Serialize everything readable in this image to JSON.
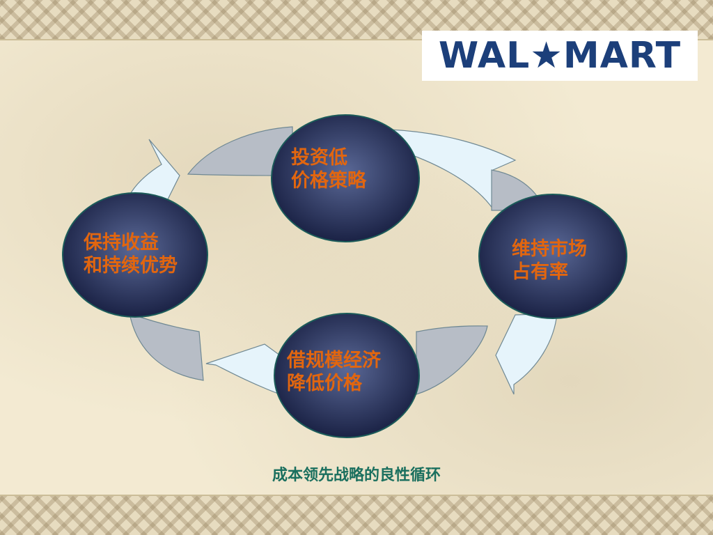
{
  "logo": {
    "text": "WAL★MART",
    "color": "#1c3f7a"
  },
  "nodes": [
    {
      "id": "top",
      "label": "投资低\n价格策略"
    },
    {
      "id": "right",
      "label": "维持市场\n占有率"
    },
    {
      "id": "bottom",
      "label": "借规模经济\n降低价格"
    },
    {
      "id": "left",
      "label": "保持收益\n和持续优势"
    }
  ],
  "caption": "成本领先战略的良性循环",
  "colors": {
    "node_fill_center": "#5a6896",
    "node_fill_edge": "#151c3e",
    "label_color": "#e2660f",
    "arrow_light": "#e6f4fb",
    "arrow_grey": "#b7bdc6",
    "caption_color": "#1a6f5e"
  }
}
